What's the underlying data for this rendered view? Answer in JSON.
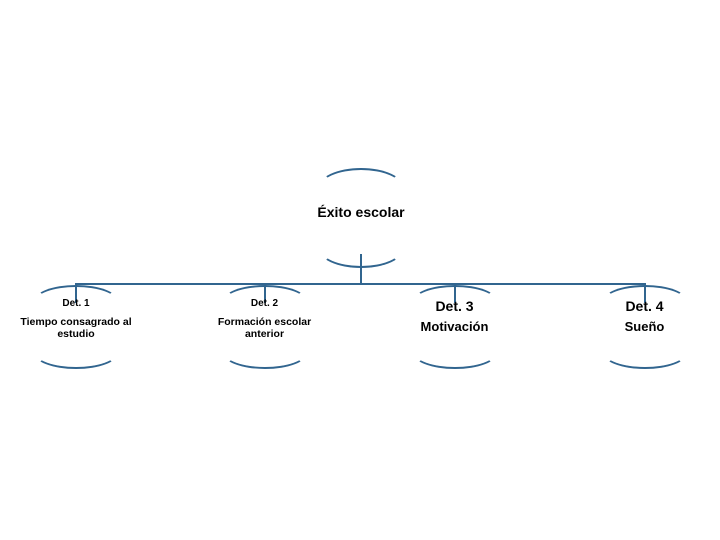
{
  "diagram": {
    "type": "hierarchy-tree",
    "accent_color": "#31658F",
    "background_color": "#FFFFFF",
    "root": {
      "label": "Éxito escolar"
    },
    "children": [
      {
        "title": "Det. 1",
        "text": "Tiempo consagrado al estudio"
      },
      {
        "title": "Det. 2",
        "text": "Formación escolar anterior"
      },
      {
        "title": "Det. 3",
        "text": "Motivación"
      },
      {
        "title": "Det. 4",
        "text": "Sueño"
      }
    ]
  }
}
